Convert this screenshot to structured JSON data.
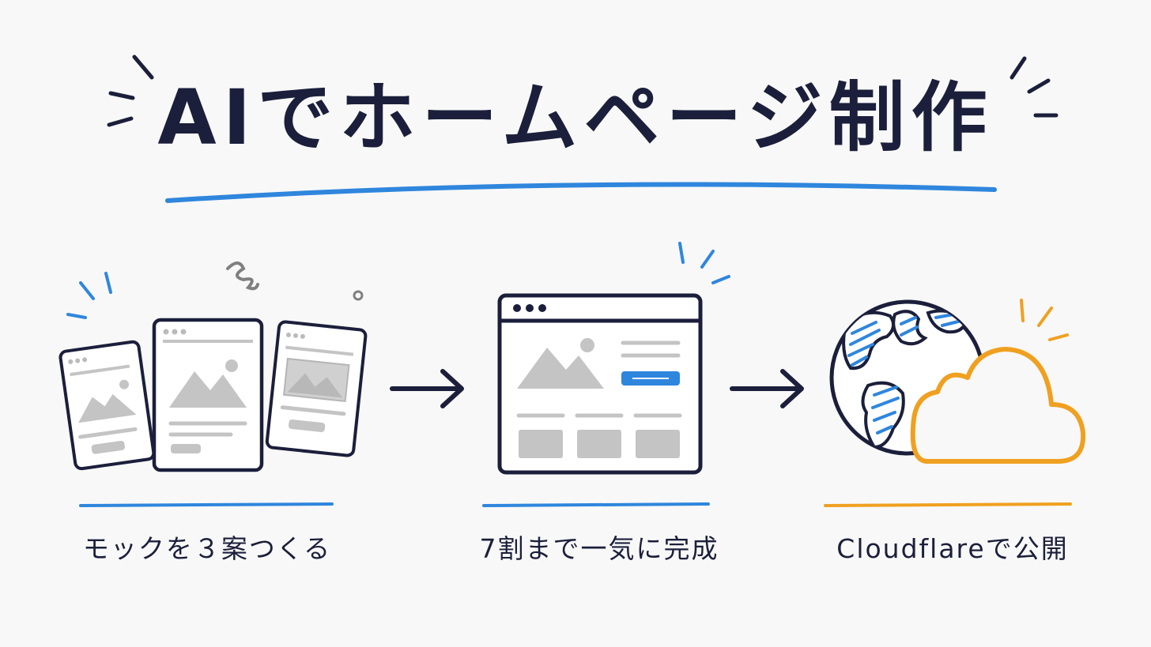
{
  "title": "AIでホームページ制作",
  "colors": {
    "ink": "#1b1f3b",
    "accent_blue": "#2f86dd",
    "accent_orange": "#f0a020",
    "placeholder_gray": "#c4c4c4",
    "background": "#f8f8f8"
  },
  "steps": [
    {
      "label": "モックを３案つくる",
      "icon": "mockup-pages-icon",
      "underline_color": "#2f86dd"
    },
    {
      "label": "7割まで一気に完成",
      "icon": "browser-window-icon",
      "underline_color": "#2f86dd"
    },
    {
      "label": "Cloudflareで公開",
      "icon": "globe-cloud-icon",
      "underline_color": "#f0a020"
    }
  ]
}
